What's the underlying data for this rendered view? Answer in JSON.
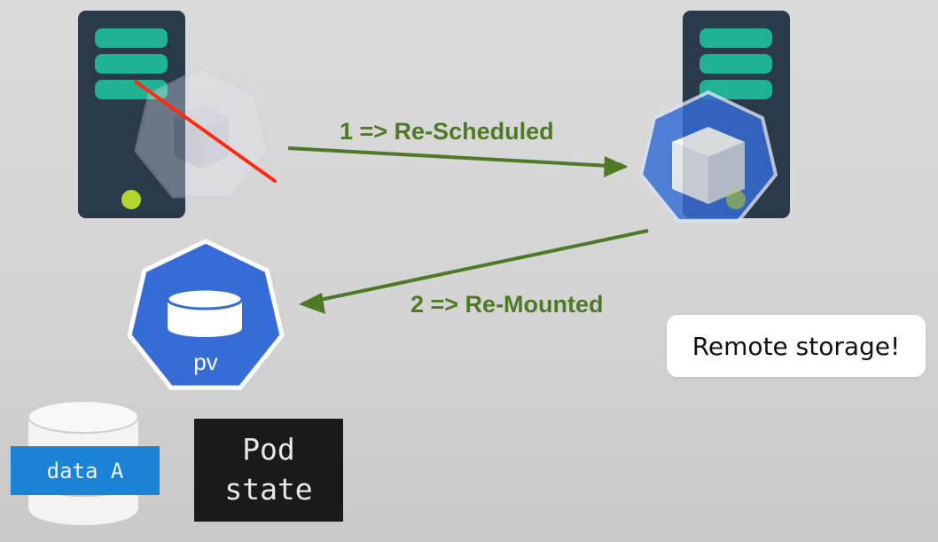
{
  "arrows": {
    "rescheduled": "1 => Re-Scheduled",
    "remounted": "2 => Re-Mounted"
  },
  "volume": {
    "label": "pv"
  },
  "callout": {
    "text": "Remote storage!"
  },
  "database": {
    "label": "data A"
  },
  "pod_state": {
    "line1": "Pod",
    "line2": "state"
  },
  "colors": {
    "background": "#d6d6d6",
    "server_body": "#2b3a4a",
    "server_slot": "#1fb394",
    "power_led": "#b4d62c",
    "kube_blue": "#356cd6",
    "arrow_green": "#4e7a25",
    "failure_red": "#ff2a14",
    "data_badge": "#1b83d6",
    "pod_state_bg": "#1a1a1a"
  }
}
